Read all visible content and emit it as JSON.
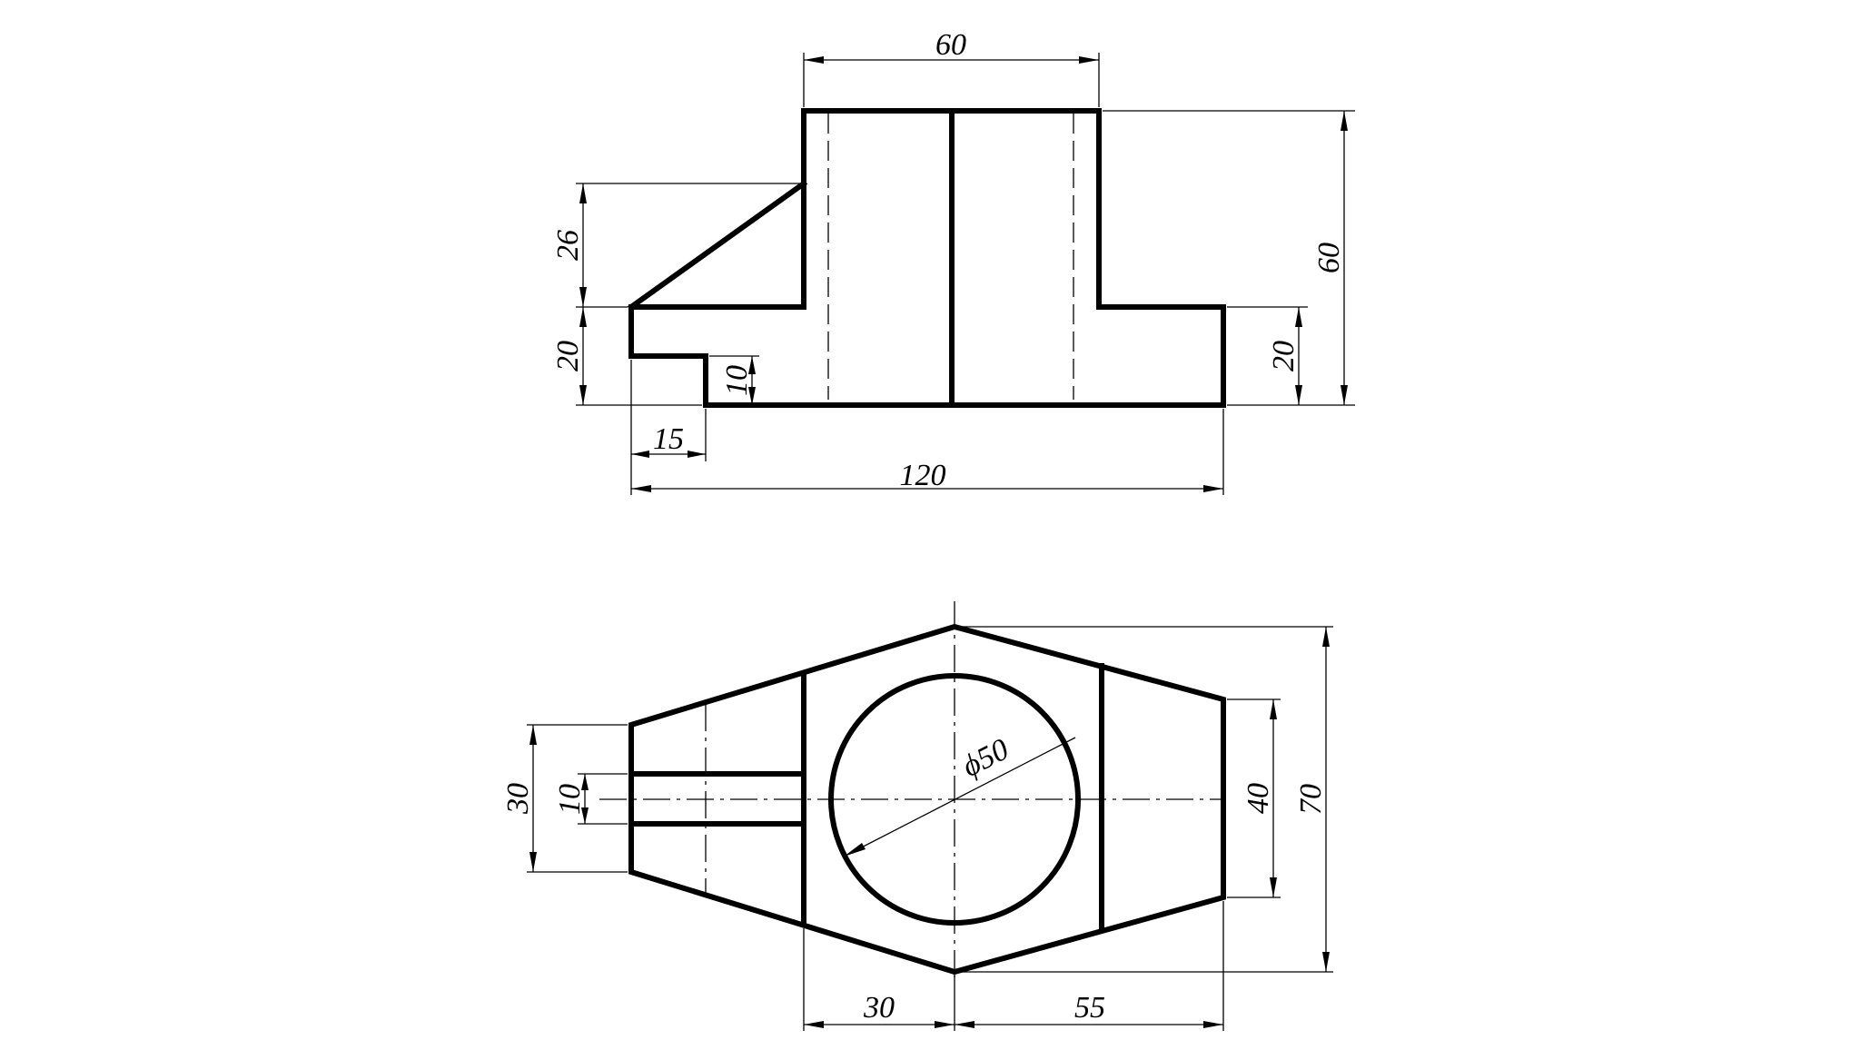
{
  "front_view": {
    "dims": {
      "top_width": "60",
      "total_height": "60",
      "rib_height": "26",
      "left_flange_height": "20",
      "slot_depth": "10",
      "right_flange_height": "20",
      "step_width": "15",
      "total_length": "120"
    }
  },
  "top_view": {
    "dims": {
      "slot_outer_width": "30",
      "slot_width": "10",
      "bore_diameter": "ϕ50",
      "right_end_width": "40",
      "total_width": "70",
      "left_offset": "30",
      "right_offset": "55"
    }
  }
}
